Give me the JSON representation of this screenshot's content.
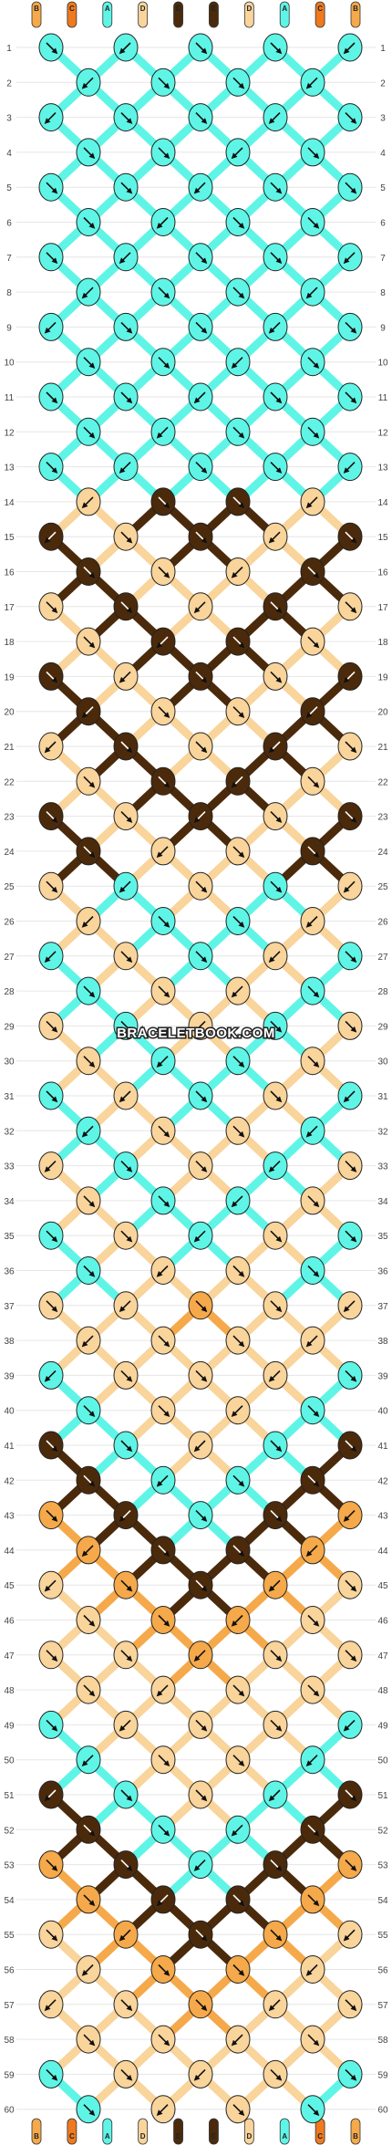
{
  "watermark": "BRACELETBOOK.COM",
  "rows": 60,
  "colors": {
    "A": "#5ff5e6",
    "B": "#f5a94a",
    "C": "#ef7a1e",
    "D": "#f9d49b",
    "E": "#4b2a0b"
  },
  "strands_top": [
    "B",
    "C",
    "A",
    "D",
    "E",
    "E",
    "D",
    "A",
    "C",
    "B"
  ],
  "strands_bottom": [
    "B",
    "C",
    "A",
    "D",
    "E",
    "E",
    "D",
    "A",
    "C",
    "B"
  ]
}
